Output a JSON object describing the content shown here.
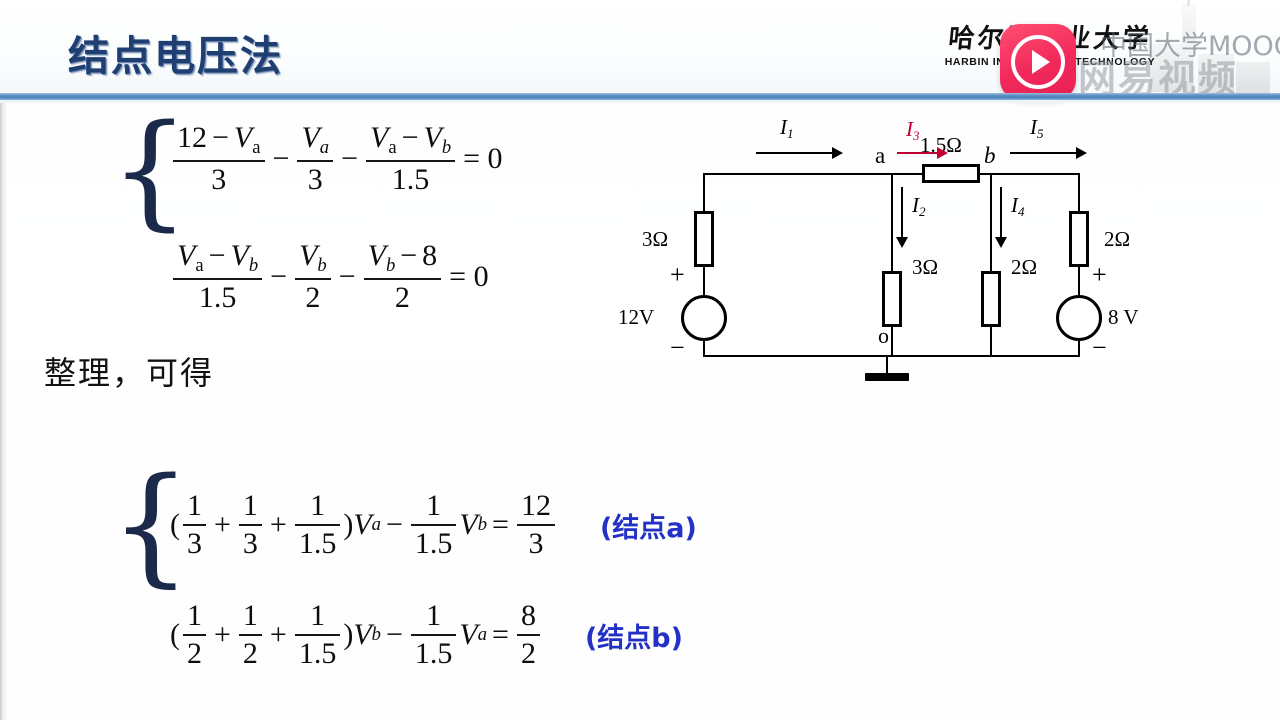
{
  "slide": {
    "title": "结点电压法",
    "note": "整理，可得",
    "accent_blue": "#4a80b8",
    "title_color": "#1f3f72",
    "tag_color": "#2431c7"
  },
  "branding": {
    "logo_cn": "哈尔滨工业大学",
    "logo_en": "HARBIN INSTITUTE OF TECHNOLOGY",
    "watermark_mooc": "中国大学MOOC",
    "watermark_video": "网易视频",
    "play_badge_color": "#f2295b"
  },
  "equations": {
    "node_a_kcl": {
      "t1_num_a": "12",
      "t1_num_op": "−",
      "t1_num_v": "V",
      "t1_num_sub": "a",
      "t1_den": "3",
      "op1": "−",
      "t2_num_v": "V",
      "t2_num_sub": "a",
      "t2_den": "3",
      "op2": "−",
      "t3_num_v1": "V",
      "t3_num_sub1": "a",
      "t3_num_op": "−",
      "t3_num_v2": "V",
      "t3_num_sub2": "b",
      "t3_den": "1.5",
      "equals": "= 0"
    },
    "node_b_kcl": {
      "t1_num_v1": "V",
      "t1_num_sub1": "a",
      "t1_num_op": "−",
      "t1_num_v2": "V",
      "t1_num_sub2": "b",
      "t1_den": "1.5",
      "op1": "−",
      "t2_num_v": "V",
      "t2_num_sub": "b",
      "t2_den": "2",
      "op2": "−",
      "t3_num_v": "V",
      "t3_num_sub": "b",
      "t3_num_op": "−",
      "t3_num_c": "8",
      "t3_den": "2",
      "equals": "= 0"
    },
    "node_a_result": {
      "open": "(",
      "f1n": "1",
      "f1d": "3",
      "plus1": "+",
      "f2n": "1",
      "f2d": "3",
      "plus2": "+",
      "f3n": "1",
      "f3d": "1.5",
      "close": ")",
      "var1": "V",
      "var1_sub": "a",
      "minus": "−",
      "f4n": "1",
      "f4d": "1.5",
      "var2": "V",
      "var2_sub": "b",
      "eq": "=",
      "rhsn": "12",
      "rhsd": "3",
      "tag": "(结点a)"
    },
    "node_b_result": {
      "open": "(",
      "f1n": "1",
      "f1d": "2",
      "plus1": "+",
      "f2n": "1",
      "f2d": "2",
      "plus2": "+",
      "f3n": "1",
      "f3d": "1.5",
      "close": ")",
      "var1": "V",
      "var1_sub": "b",
      "minus": "−",
      "f4n": "1",
      "f4d": "1.5",
      "var2": "V",
      "var2_sub": "a",
      "eq": "=",
      "rhsn": "8",
      "rhsd": "2",
      "tag": "(结点b)"
    }
  },
  "circuit": {
    "nodes": {
      "a": "a",
      "b": "b",
      "ground": "o"
    },
    "currents": [
      {
        "name": "I1",
        "label": "I",
        "sub": "1",
        "color": "#000000"
      },
      {
        "name": "I2",
        "label": "I",
        "sub": "2",
        "color": "#000000"
      },
      {
        "name": "I3",
        "label": "I",
        "sub": "3",
        "color": "#c00032"
      },
      {
        "name": "I4",
        "label": "I",
        "sub": "4",
        "color": "#000000"
      },
      {
        "name": "I5",
        "label": "I",
        "sub": "5",
        "color": "#000000"
      }
    ],
    "resistors": [
      {
        "name": "R-left-series",
        "value": "3Ω"
      },
      {
        "name": "R-a-shunt",
        "value": "3Ω"
      },
      {
        "name": "R-ab-series",
        "value": "1.5Ω"
      },
      {
        "name": "R-b-shunt",
        "value": "2Ω"
      },
      {
        "name": "R-right-series",
        "value": "2Ω"
      }
    ],
    "sources": [
      {
        "name": "left-source",
        "value": "12V",
        "plus": "+",
        "minus": "−"
      },
      {
        "name": "right-source",
        "value": "8 V",
        "plus": "+",
        "minus": "−"
      }
    ]
  }
}
